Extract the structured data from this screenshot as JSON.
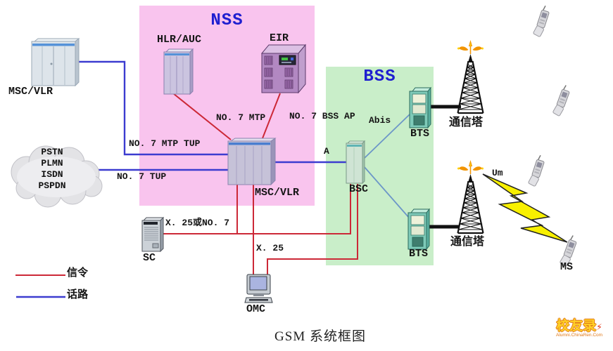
{
  "caption": "GSM 系统框图",
  "regions": {
    "nss": "NSS",
    "bss": "BSS"
  },
  "nodes": {
    "msc_vlr_left": "MSC/VLR",
    "hlr_auc": "HLR/AUC",
    "eir": "EIR",
    "msc_vlr_center": "MSC/VLR",
    "bsc": "BSC",
    "bts_upper": "BTS",
    "bts_lower": "BTS",
    "sc": "SC",
    "omc": "OMC",
    "ms": "MS",
    "tower_upper": "通信塔",
    "tower_lower": "通信塔"
  },
  "cloud": {
    "lines": [
      "PSTN",
      "PLMN",
      "ISDN",
      "PSPDN"
    ]
  },
  "interfaces": {
    "no7_mtp": "NO. 7 MTP",
    "no7_bss_ap": "NO. 7 BSS AP",
    "no7_mtp_tup": "NO. 7 MTP TUP",
    "no7_tup": "NO. 7 TUP",
    "a": "A",
    "abis": "Abis",
    "um": "Um",
    "x25_or_no7": "X. 25或NO. 7",
    "x25": "X. 25"
  },
  "legend": {
    "signaling": "信令",
    "voice": "话路"
  },
  "colors": {
    "signaling_line": "#cc2837",
    "voice_line": "#3c3cd0",
    "bsc_bts_line": "#6c96c8",
    "radio_link_black": "#111111",
    "nss_bg": "#f9c4ee",
    "bss_bg": "#c9eec9",
    "region_title": "#1f1fd0",
    "lightning_fill": "#f8f000",
    "tower_antenna": "#f29400"
  },
  "watermark": {
    "title": "校友录",
    "subtitle": "Alumni.ChinaRen.Com"
  }
}
